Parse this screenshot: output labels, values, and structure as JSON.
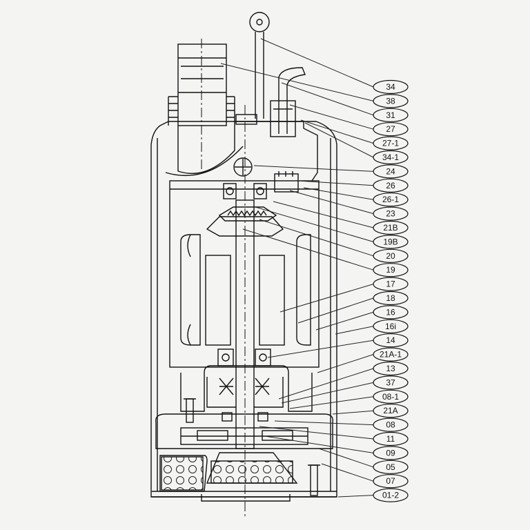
{
  "callouts": [
    {
      "label": "34"
    },
    {
      "label": "38"
    },
    {
      "label": "31"
    },
    {
      "label": "27"
    },
    {
      "label": "27-1"
    },
    {
      "label": "34-1"
    },
    {
      "label": "24"
    },
    {
      "label": "26"
    },
    {
      "label": "26-1"
    },
    {
      "label": "23"
    },
    {
      "label": "21B"
    },
    {
      "label": "19B"
    },
    {
      "label": "20"
    },
    {
      "label": "19"
    },
    {
      "label": "17"
    },
    {
      "label": "18"
    },
    {
      "label": "16"
    },
    {
      "label": "16i"
    },
    {
      "label": "14"
    },
    {
      "label": "21A-1"
    },
    {
      "label": "13"
    },
    {
      "label": "37"
    },
    {
      "label": "08-1"
    },
    {
      "label": "21A"
    },
    {
      "label": "08"
    },
    {
      "label": "11"
    },
    {
      "label": "09"
    },
    {
      "label": "05"
    },
    {
      "label": "07"
    },
    {
      "label": "01-2"
    }
  ]
}
